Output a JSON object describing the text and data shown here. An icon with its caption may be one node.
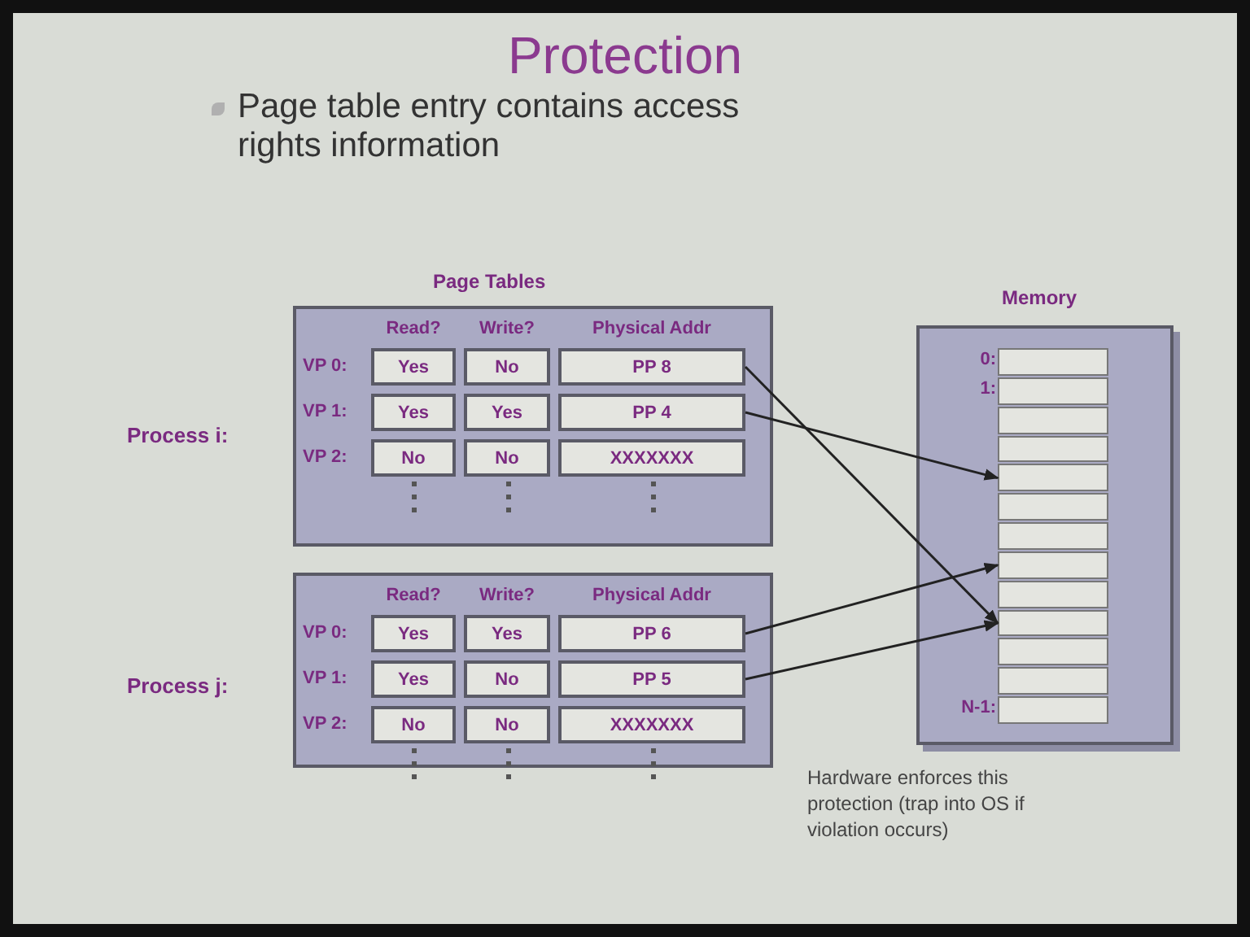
{
  "diagram": {
    "title": "Protection",
    "nodes": [
      {
        "text": [
          "Read?",
          "Write?",
          "Physical Addr"
        ],
        "beside": [
          "Process i:"
        ]
      },
      {
        "text": [
          "Yes"
        ],
        "in": 0,
        "beside": [
          "VP 0:"
        ]
      },
      {
        "text": [
          "No"
        ],
        "in": 0
      },
      {
        "text": [
          "PP 8"
        ],
        "in": 0
      },
      {
        "text": [
          "Yes"
        ],
        "in": 0,
        "beside": [
          "VP 1:"
        ]
      },
      {
        "text": [
          "Yes"
        ],
        "in": 0
      },
      {
        "text": [
          "PP 4"
        ],
        "in": 0
      },
      {
        "text": [
          "No"
        ],
        "in": 0,
        "beside": [
          "VP 2:"
        ]
      },
      {
        "text": [
          "No"
        ],
        "in": 0
      },
      {
        "text": [
          "XXXXXXX"
        ],
        "in": 0
      },
      {
        "text": [
          "Read?",
          "Write?",
          "Physical Addr"
        ],
        "beside": [
          "Process j:"
        ]
      },
      {
        "text": [
          "Yes"
        ],
        "in": 10,
        "beside": [
          "VP 0:"
        ]
      },
      {
        "text": [
          "Yes"
        ],
        "in": 10
      },
      {
        "text": [
          "PP 6"
        ],
        "in": 10
      },
      {
        "text": [
          "Yes"
        ],
        "in": 10,
        "beside": [
          "VP 1:"
        ]
      },
      {
        "text": [
          "No"
        ],
        "in": 10
      },
      {
        "text": [
          "PP 5"
        ],
        "in": 10
      },
      {
        "text": [
          "No"
        ],
        "in": 10,
        "beside": [
          "VP 2:"
        ]
      },
      {
        "text": [
          "No"
        ],
        "in": 10
      },
      {
        "text": [
          "XXXXXXX"
        ],
        "in": 10
      },
      {
        "text": [
          "Memory"
        ]
      },
      {
        "text": [],
        "shape": "box",
        "in": 20,
        "beside": [
          "0:"
        ]
      },
      {
        "text": [],
        "shape": "box",
        "in": 20,
        "beside": [
          "1:"
        ]
      },
      {
        "text": [],
        "shape": "box",
        "in": 20
      },
      {
        "text": [],
        "shape": "box",
        "in": 20
      },
      {
        "text": [],
        "shape": "box",
        "in": 20
      },
      {
        "text": [],
        "shape": "box",
        "in": 20
      },
      {
        "text": [],
        "shape": "box",
        "in": 20
      },
      {
        "text": [],
        "shape": "box",
        "in": 20
      },
      {
        "text": [],
        "shape": "box",
        "in": 20
      },
      {
        "text": [],
        "shape": "box",
        "in": 20
      },
      {
        "text": [],
        "shape": "box",
        "in": 20
      },
      {
        "text": [],
        "shape": "box",
        "in": 20
      },
      {
        "text": [],
        "shape": "box",
        "in": 20,
        "beside": [
          "N-1:"
        ]
      }
    ],
    "edges": [
      {
        "from": 3,
        "to": 30,
        "arrow": "to"
      },
      {
        "from": 6,
        "to": 25,
        "arrow": "to"
      },
      {
        "from": 13,
        "to": 28,
        "arrow": "to"
      },
      {
        "from": 16,
        "to": 30,
        "arrow": "to"
      }
    ],
    "labels": [
      "Page table entry contains access rights information",
      "Page Tables",
      "Hardware enforces this protection (trap into OS if violation occurs)"
    ]
  }
}
